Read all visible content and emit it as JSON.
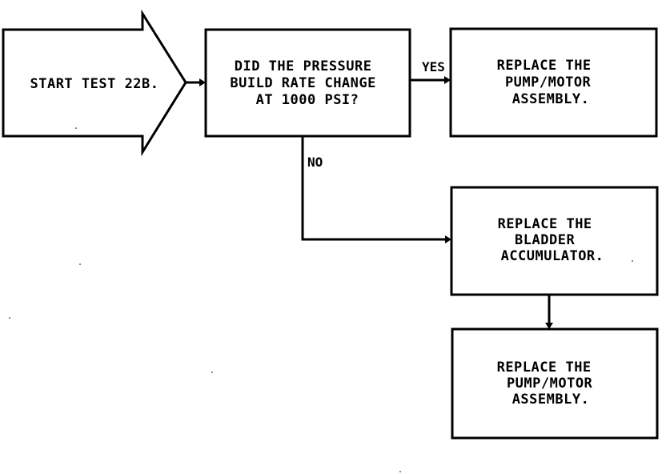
{
  "nodes": {
    "start": {
      "lines": [
        "START TEST 22B."
      ]
    },
    "decision": {
      "lines": [
        "DID THE PRESSURE",
        "BUILD RATE CHANGE",
        "AT 1000 PSI?"
      ]
    },
    "replace_pump_yes": {
      "lines": [
        "REPLACE THE",
        "PUMP/MOTOR",
        "ASSEMBLY."
      ]
    },
    "replace_bladder": {
      "lines": [
        "REPLACE THE",
        "BLADDER",
        "ACCUMULATOR."
      ]
    },
    "replace_pump_final": {
      "lines": [
        "REPLACE THE",
        "PUMP/MOTOR",
        "ASSEMBLY."
      ]
    }
  },
  "edges": {
    "yes_label": "YES",
    "no_label": "NO"
  },
  "colors": {
    "stroke": "#000000",
    "background": "#ffffff"
  }
}
